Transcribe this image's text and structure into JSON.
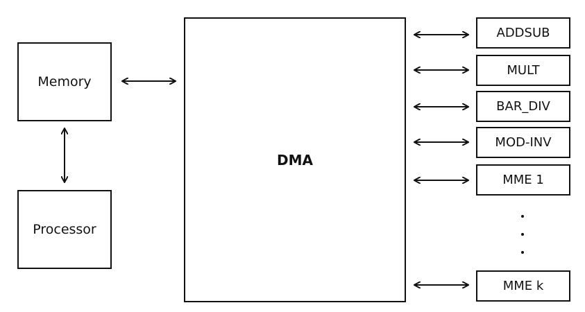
{
  "diagram": {
    "memory_label": "Memory",
    "processor_label": "Processor",
    "dma_label": "DMA",
    "units": [
      "ADDSUB",
      "MULT",
      "BAR_DIV",
      "MOD-INV",
      "MME 1",
      "MME k"
    ],
    "ellipsis": "..."
  }
}
